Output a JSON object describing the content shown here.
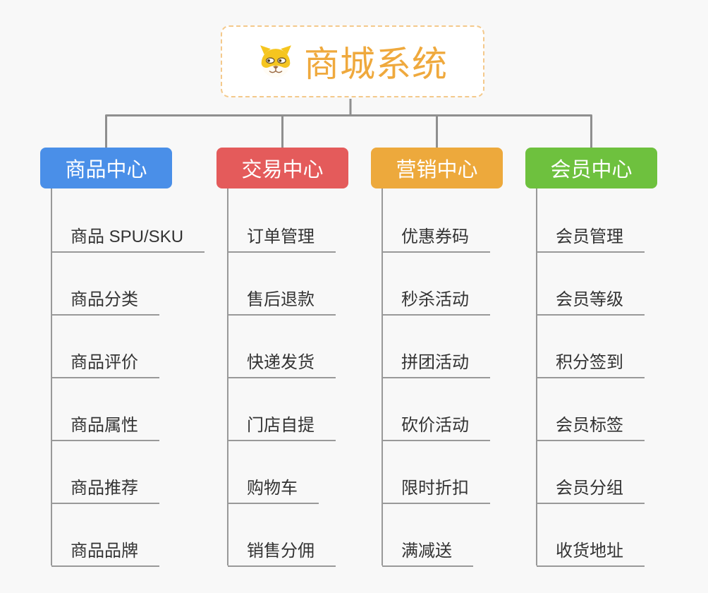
{
  "root": {
    "title": "商城系统",
    "icon": "dog-face-icon",
    "title_color": "#efa93d",
    "border_color": "#f4c98b"
  },
  "branches": [
    {
      "label": "商品中心",
      "color": "#4a8fe8",
      "children": [
        "商品 SPU/SKU",
        "商品分类",
        "商品评价",
        "商品属性",
        "商品推荐",
        "商品品牌"
      ]
    },
    {
      "label": "交易中心",
      "color": "#e45b5b",
      "children": [
        "订单管理",
        "售后退款",
        "快递发货",
        "门店自提",
        "购物车",
        "销售分佣"
      ]
    },
    {
      "label": "营销中心",
      "color": "#eda93c",
      "children": [
        "优惠券码",
        "秒杀活动",
        "拼团活动",
        "砍价活动",
        "限时折扣",
        "满减送"
      ]
    },
    {
      "label": "会员中心",
      "color": "#6ec13e",
      "children": [
        "会员管理",
        "会员等级",
        "积分签到",
        "会员标签",
        "会员分组",
        "收货地址"
      ]
    }
  ],
  "connector_color": "#8f8f8f",
  "leaf_line_color": "#999999",
  "background_color": "#f8f8f8"
}
